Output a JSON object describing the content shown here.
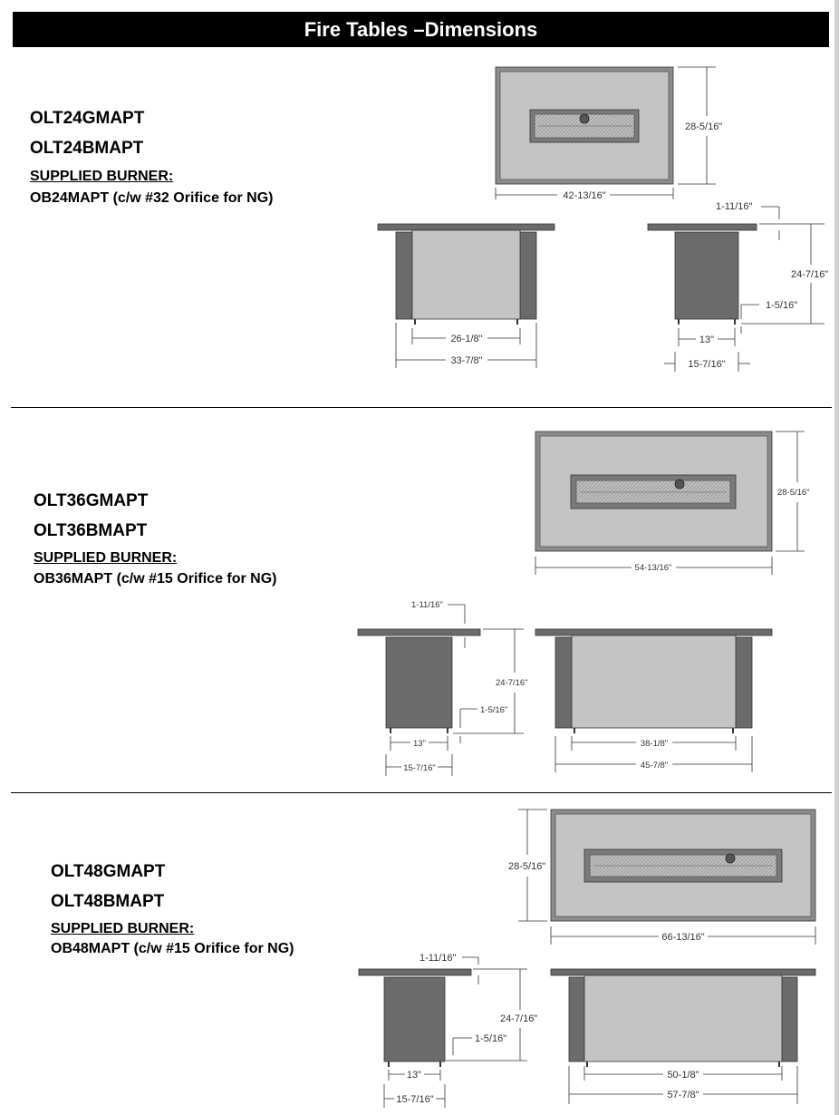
{
  "header": {
    "title": "Fire Tables –Dimensions"
  },
  "sections": [
    {
      "models": [
        "OLT24GMAPT",
        "OLT24BMAPT"
      ],
      "supplied_label": "SUPPLIED BURNER:",
      "burner": "OB24MAPT (c/w #32 Orifice for NG)",
      "dims": {
        "top_width": "42-13/16\"",
        "top_depth": "28-5/16\"",
        "front_inner": "26-1/8\"",
        "front_outer": "33-7/8\"",
        "top_thickness": "1-11/16\"",
        "height": "24-7/16\"",
        "foot": "1-5/16\"",
        "side_inner": "13\"",
        "side_outer": "15-7/16\""
      }
    },
    {
      "models": [
        "OLT36GMAPT",
        "OLT36BMAPT"
      ],
      "supplied_label": "SUPPLIED BURNER:",
      "burner": "OB36MAPT (c/w #15 Orifice for NG)",
      "dims": {
        "top_width": "54-13/16\"",
        "top_depth": "28-5/16\"",
        "top_thickness": "1-11/16\"",
        "height": "24-7/16\"",
        "foot": "1-5/16\"",
        "side_inner": "13\"",
        "side_outer": "15-7/16\"",
        "front_inner": "38-1/8\"",
        "front_outer": "45-7/8\""
      }
    },
    {
      "models": [
        "OLT48GMAPT",
        "OLT48BMAPT"
      ],
      "supplied_label": "SUPPLIED BURNER:",
      "burner": "OB48MAPT (c/w #15 Orifice for NG)",
      "dims": {
        "top_depth": "28-5/16\"",
        "top_width": "66-13/16\"",
        "top_thickness": "1-11/16\"",
        "height": "24-7/16\"",
        "foot": "1-5/16\"",
        "side_inner": "13\"",
        "side_outer": "15-7/16\"",
        "front_inner": "50-1/8\"",
        "front_outer": "57-7/8\""
      }
    }
  ],
  "colors": {
    "frame": "#8c8c8c",
    "panel": "#c4c4c4",
    "dark": "#6b6b6b",
    "line": "#333333"
  }
}
